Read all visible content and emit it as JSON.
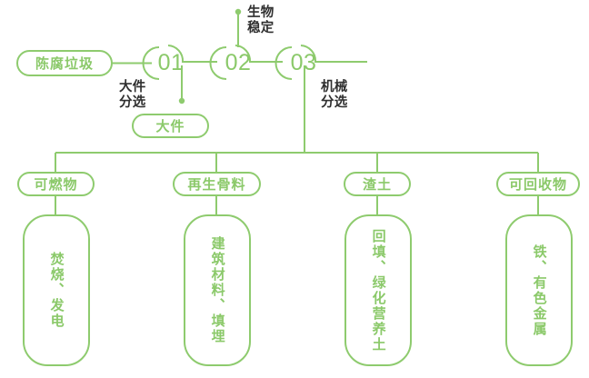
{
  "theme": {
    "accent": "#8bc96a",
    "accent_line": "#8ecb6e",
    "note_text": "#2f2f2f",
    "background": "#ffffff"
  },
  "diagram": {
    "type": "process-flow",
    "title_visible": false,
    "source": {
      "label": "陈腐垃圾",
      "shape": "pill"
    },
    "stages": [
      {
        "number": "01",
        "note": "大件\n分选",
        "note_position": "below-left",
        "output": {
          "label": "大件",
          "shape": "pill"
        }
      },
      {
        "number": "02",
        "note": "生物\n稳定",
        "note_position": "above-right",
        "output": null
      },
      {
        "number": "03",
        "note": "机械\n分选",
        "note_position": "below-right",
        "output": null
      }
    ],
    "outputs": [
      {
        "label": "可燃物",
        "detail": "焚烧、发电"
      },
      {
        "label": "再生骨料",
        "detail": "建筑材料、填埋"
      },
      {
        "label": "渣土",
        "detail": "回填、绿化营养土"
      },
      {
        "label": "可回收物",
        "detail": "铁、有色金属"
      }
    ]
  }
}
